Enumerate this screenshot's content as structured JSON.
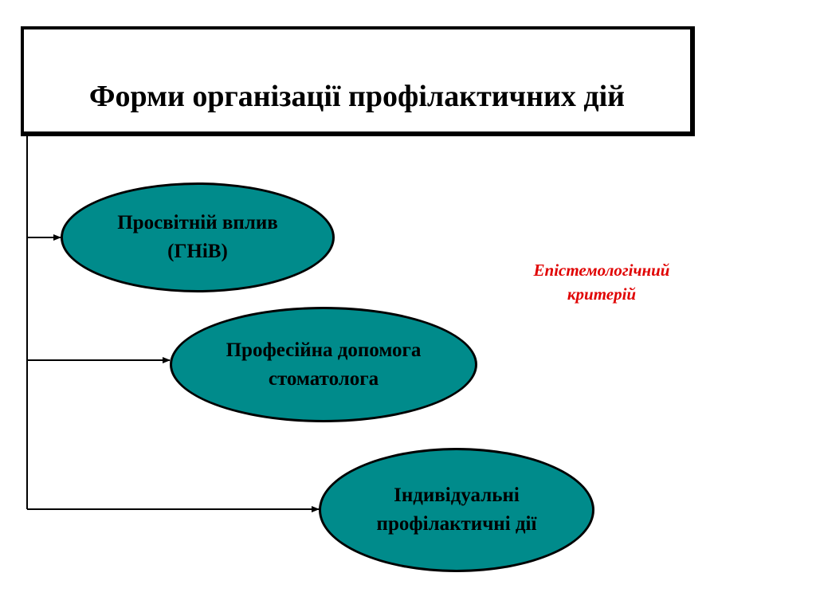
{
  "title": "Форми організації профілактичних дій",
  "nodes": [
    {
      "label": "Просвітній вплив\n(ГНіВ)"
    },
    {
      "label": "Професійна допомога\nстоматолога"
    },
    {
      "label": "Індивідуальні\nпрофілактичні дії"
    }
  ],
  "annotation": "Епістемологічний\nкритерій",
  "colors": {
    "node_fill": "#008B8B",
    "annotation_text": "#E00000",
    "lines": "#000000"
  }
}
